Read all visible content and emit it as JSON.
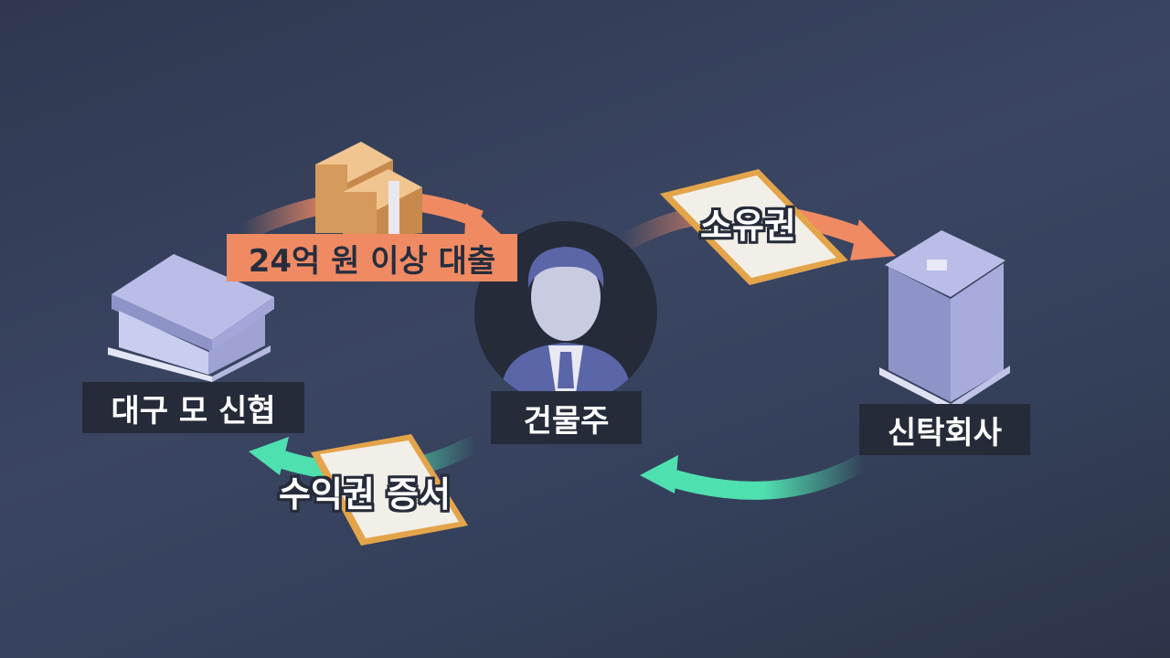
{
  "nodes": {
    "bank": "대구 모 신협",
    "owner": "건물주",
    "trust": "신탁회사"
  },
  "flows": {
    "loan": "24억 원 이상 대출",
    "ownership": "소유권",
    "beneficiary_cert": "수익권 증서"
  },
  "colors": {
    "orange": "#ef8a63",
    "green": "#4fe0b0",
    "label_bg": "#252b39"
  }
}
